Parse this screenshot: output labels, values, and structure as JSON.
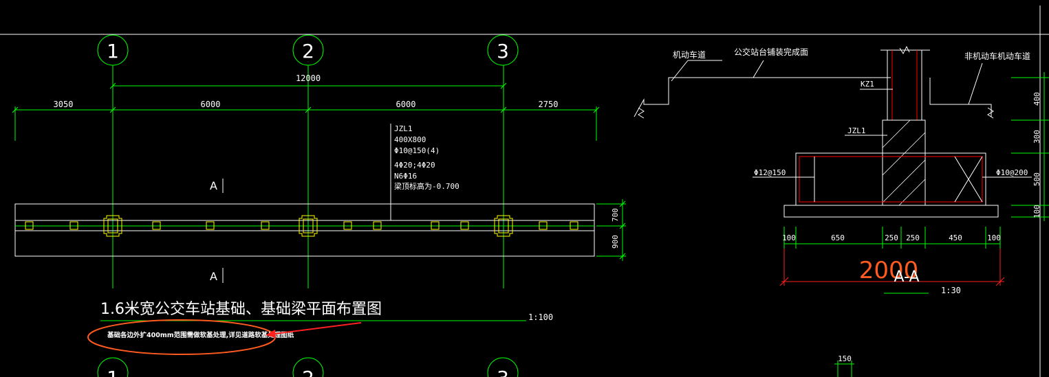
{
  "colors": {
    "background": "#000000",
    "line": "#ffffff",
    "axis": "#00ff00",
    "dimension": "#00ff00",
    "column": "#ffff00",
    "rebar": "#ff0000",
    "annotation": "#ff5a1f",
    "text": "#ffffff"
  },
  "plan": {
    "axes": [
      "1",
      "2",
      "3"
    ],
    "total_dim": "12000",
    "segment_dims": [
      "3050",
      "6000",
      "6000",
      "2750"
    ],
    "beam_label": [
      "JZL1",
      "400X800",
      "Φ10@150(4)",
      "4Φ20;4Φ20",
      "N6Φ16",
      "梁顶标高为-0.700"
    ],
    "section_mark": "A",
    "right_dims": [
      "700",
      "900"
    ],
    "title": "1.6米宽公交车站基础、基础梁平面布置图",
    "scale": "1:100",
    "note": "基础各边外扩400mm范围需做软基处理,详见道路软基处理图纸"
  },
  "section": {
    "labels": {
      "motor_lane": "机动车道",
      "platform": "公交站台铺装完成面",
      "non_motor": "非机动车机动车道",
      "column": "KZ1",
      "beam": "JZL1",
      "left_rebar": "Φ12@150",
      "right_rebar": "Φ10@200"
    },
    "right_dims": [
      "400",
      "300",
      "500",
      "100"
    ],
    "bottom_dims": [
      "100",
      "650",
      "250",
      "250",
      "450",
      "100"
    ],
    "total_width": "2000",
    "title": "A-A",
    "scale": "1:30",
    "small_dim": "150"
  }
}
